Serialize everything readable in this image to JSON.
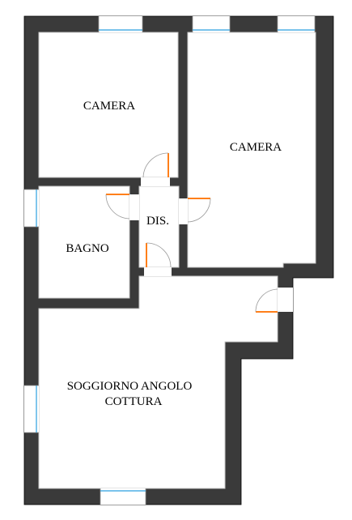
{
  "floorplan": {
    "rooms": [
      {
        "key": "camera_1",
        "label": "CAMERA"
      },
      {
        "key": "camera_2",
        "label": "CAMERA"
      },
      {
        "key": "dis",
        "label": "DIS."
      },
      {
        "key": "bagno",
        "label": "BAGNO"
      },
      {
        "key": "soggiorno",
        "lines": [
          "SOGGIORNO ANGOLO",
          "COTTURA"
        ]
      }
    ],
    "colors": {
      "wall": "#3a3a3a",
      "window": "#2a9fe0",
      "door": "#ff7f1a",
      "background": "#ffffff"
    }
  }
}
